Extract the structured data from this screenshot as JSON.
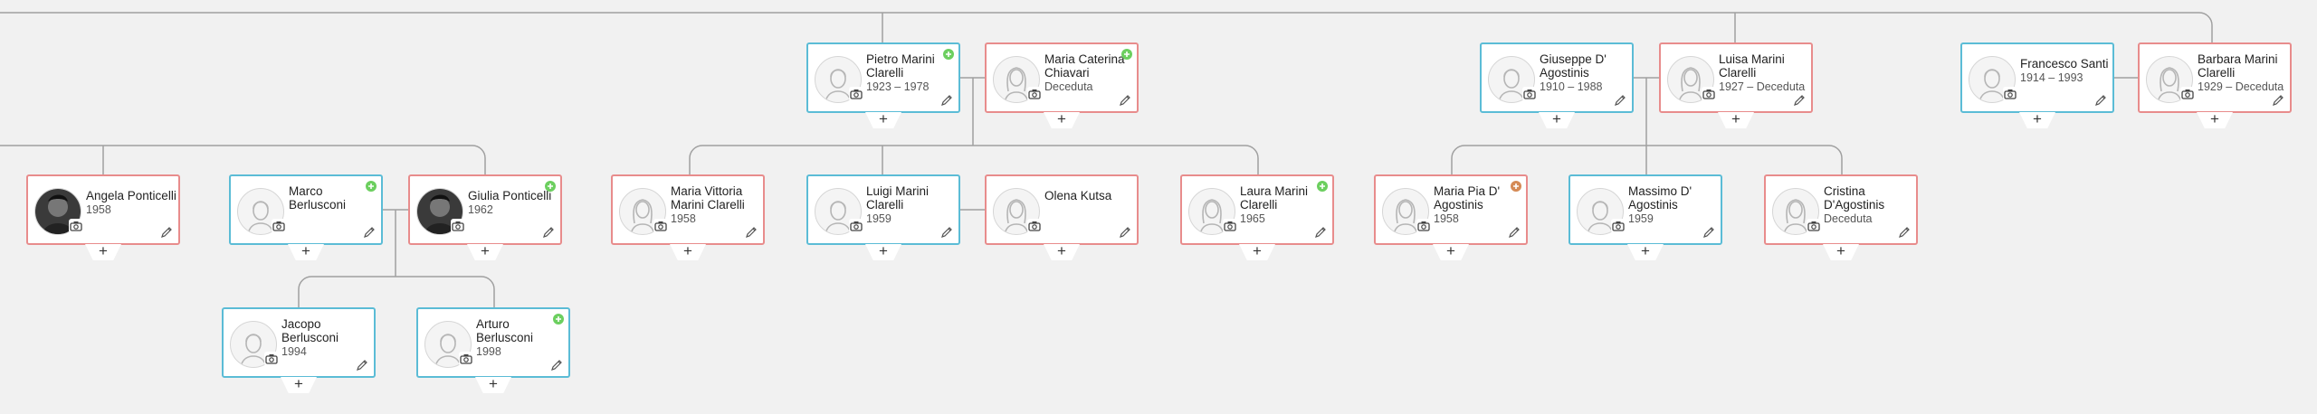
{
  "colors": {
    "male_border": "#5bbcd6",
    "female_border": "#e88c8c",
    "line": "#a0a0a0",
    "badge_green": "#6ccf5f",
    "badge_orange": "#d58a55",
    "background": "#f1f1f1"
  },
  "add_label": "+",
  "people": [
    {
      "id": "pietro",
      "name": "Pietro Marini Clarelli",
      "dates": "1923 – 1978",
      "gender": "male",
      "badge": "green",
      "photo": false
    },
    {
      "id": "maria-caterina",
      "name": "Maria Caterina Chiavari",
      "dates": "Deceduta",
      "gender": "female",
      "badge": "green",
      "photo": false
    },
    {
      "id": "giuseppe",
      "name": "Giuseppe D' Agostinis",
      "dates": "1910 – 1988",
      "gender": "male",
      "badge": null,
      "photo": false
    },
    {
      "id": "luisa",
      "name": "Luisa Marini Clarelli",
      "dates": "1927 – Deceduta",
      "gender": "female",
      "badge": null,
      "photo": false
    },
    {
      "id": "francesco",
      "name": "Francesco Santi",
      "dates": "1914 – 1993",
      "gender": "male",
      "badge": null,
      "photo": false
    },
    {
      "id": "barbara",
      "name": "Barbara Marini Clarelli",
      "dates": "1929 – Deceduta",
      "gender": "female",
      "badge": null,
      "photo": false
    },
    {
      "id": "angela",
      "name": "Angela Ponticelli",
      "dates": "1958",
      "gender": "female",
      "badge": null,
      "photo": true
    },
    {
      "id": "marco",
      "name": "Marco Berlusconi",
      "dates": "",
      "gender": "male",
      "badge": "green",
      "photo": false
    },
    {
      "id": "giulia",
      "name": "Giulia Ponticelli",
      "dates": "1962",
      "gender": "female",
      "badge": "green",
      "photo": true
    },
    {
      "id": "maria-vittoria",
      "name": "Maria Vittoria Marini Clarelli",
      "dates": "1958",
      "gender": "female",
      "badge": null,
      "photo": false
    },
    {
      "id": "luigi",
      "name": "Luigi Marini Clarelli",
      "dates": "1959",
      "gender": "male",
      "badge": null,
      "photo": false
    },
    {
      "id": "olena",
      "name": "Olena Kutsa",
      "dates": "",
      "gender": "female",
      "badge": null,
      "photo": false
    },
    {
      "id": "laura",
      "name": "Laura Marini Clarelli",
      "dates": "1965",
      "gender": "female",
      "badge": "green",
      "photo": false
    },
    {
      "id": "maria-pia",
      "name": "Maria Pia D' Agostinis",
      "dates": "1958",
      "gender": "female",
      "badge": "orange",
      "photo": false
    },
    {
      "id": "massimo",
      "name": "Massimo D' Agostinis",
      "dates": "1959",
      "gender": "male",
      "badge": null,
      "photo": false
    },
    {
      "id": "cristina",
      "name": "Cristina D'Agostinis",
      "dates": "Deceduta",
      "gender": "female",
      "badge": null,
      "photo": false
    },
    {
      "id": "jacopo",
      "name": "Jacopo Berlusconi",
      "dates": "1994",
      "gender": "male",
      "badge": null,
      "photo": false
    },
    {
      "id": "arturo",
      "name": "Arturo Berlusconi",
      "dates": "1998",
      "gender": "male",
      "badge": "green",
      "photo": false
    }
  ]
}
